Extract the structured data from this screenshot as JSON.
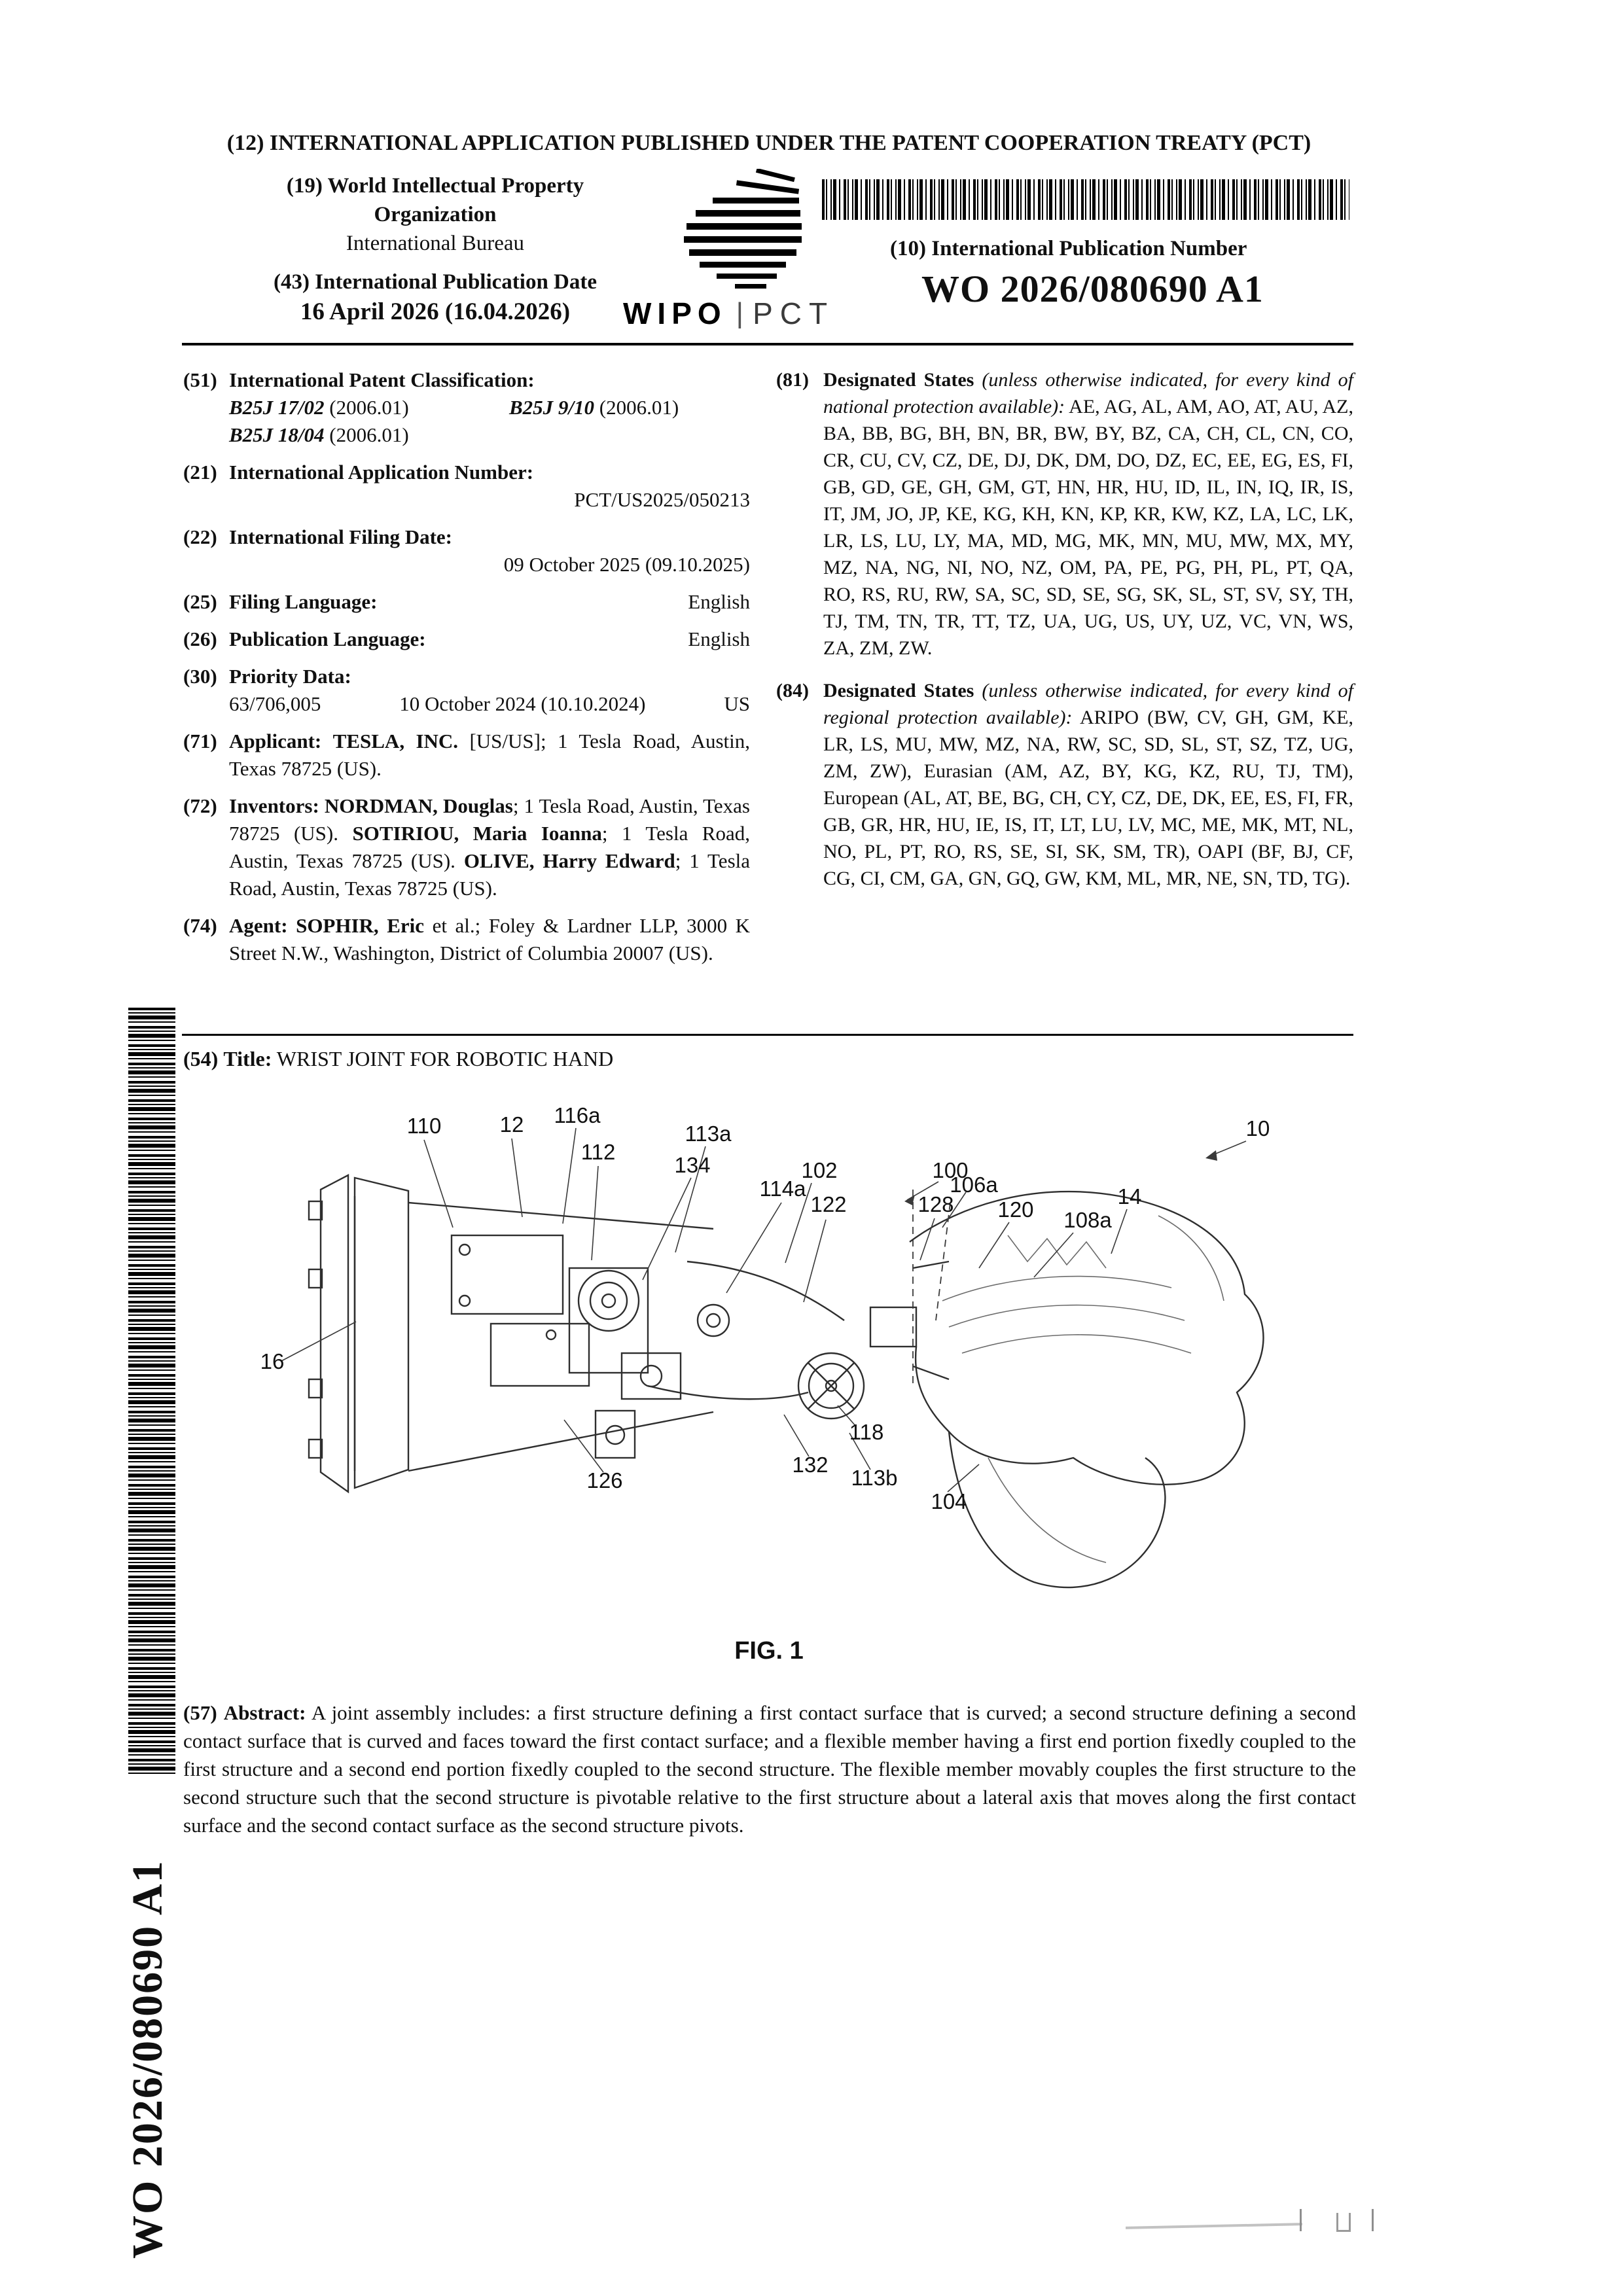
{
  "doc": {
    "pct_header": "(12) INTERNATIONAL APPLICATION PUBLISHED UNDER THE PATENT COOPERATION TREATY (PCT)",
    "org": {
      "line1": "(19) World Intellectual Property",
      "line2": "Organization",
      "line3": "International Bureau"
    },
    "pub_date": {
      "label": "(43) International Publication Date",
      "value": "16 April 2026 (16.04.2026)"
    },
    "wordmark": {
      "wipo": "WIPO",
      "sep": "|",
      "pct": "PCT"
    },
    "pub_number": {
      "label": "(10) International Publication Number",
      "value": "WO 2026/080690 A1"
    },
    "sidebar_pub_number": "WO 2026/080690 A1"
  },
  "biblio": {
    "ipc": {
      "num": "(51)",
      "label": "International Patent Classification:",
      "items": [
        {
          "code": "B25J 17/02",
          "year": "(2006.01)"
        },
        {
          "code": "B25J 9/10",
          "year": "(2006.01)"
        },
        {
          "code": "B25J 18/04",
          "year": "(2006.01)"
        }
      ]
    },
    "app_number": {
      "num": "(21)",
      "label": "International Application Number:",
      "value": "PCT/US2025/050213"
    },
    "filing_date": {
      "num": "(22)",
      "label": "International Filing Date:",
      "value": "09 October 2025 (09.10.2025)"
    },
    "filing_lang": {
      "num": "(25)",
      "label": "Filing Language:",
      "value": "English"
    },
    "pub_lang": {
      "num": "(26)",
      "label": "Publication Language:",
      "value": "English"
    },
    "priority": {
      "num": "(30)",
      "label": "Priority Data:",
      "app": "63/706,005",
      "date": "10 October 2024 (10.10.2024)",
      "country": "US"
    },
    "applicant": {
      "num": "(71)",
      "label": "Applicant:",
      "name": "TESLA, INC.",
      "rest": "[US/US]; 1 Tesla Road, Austin, Texas 78725 (US)."
    },
    "inventors": {
      "num": "(72)",
      "label": "Inventors:",
      "items": [
        {
          "name": "NORDMAN, Douglas",
          "rest": "; 1 Tesla Road, Austin, Texas 78725 (US). "
        },
        {
          "name": "SOTIRIOU, Maria Ioanna",
          "rest": "; 1 Tesla Road, Austin, Texas 78725 (US). "
        },
        {
          "name": "OLIVE, Harry Edward",
          "rest": "; 1 Tesla Road, Austin, Texas 78725 (US)."
        }
      ]
    },
    "agent": {
      "num": "(74)",
      "label": "Agent:",
      "name": "SOPHIR, Eric",
      "rest": "et al.; Foley & Lardner LLP, 3000 K Street N.W., Washington, District of Columbia 20007 (US)."
    },
    "ds81": {
      "num": "(81)",
      "label": "Designated States",
      "note": "(unless otherwise indicated, for every kind of national protection available):",
      "codes": "AE, AG, AL, AM, AO, AT, AU, AZ, BA, BB, BG, BH, BN, BR, BW, BY, BZ, CA, CH, CL, CN, CO, CR, CU, CV, CZ, DE, DJ, DK, DM, DO, DZ, EC, EE, EG, ES, FI, GB, GD, GE, GH, GM, GT, HN, HR, HU, ID, IL, IN, IQ, IR, IS, IT, JM, JO, JP, KE, KG, KH, KN, KP, KR, KW, KZ, LA, LC, LK, LR, LS, LU, LY, MA, MD, MG, MK, MN, MU, MW, MX, MY, MZ, NA, NG, NI, NO, NZ, OM, PA, PE, PG, PH, PL, PT, QA, RO, RS, RU, RW, SA, SC, SD, SE, SG, SK, SL, ST, SV, SY, TH, TJ, TM, TN, TR, TT, TZ, UA, UG, US, UY, UZ, VC, VN, WS, ZA, ZM, ZW."
    },
    "ds84": {
      "num": "(84)",
      "label": "Designated States",
      "note": "(unless otherwise indicated, for every kind of regional protection available):",
      "codes": "ARIPO (BW, CV, GH, GM, KE, LR, LS, MU, MW, MZ, NA, RW, SC, SD, SL, ST, SZ, TZ, UG, ZM, ZW), Eurasian (AM, AZ, BY, KG, KZ, RU, TJ, TM), European (AL, AT, BE, BG, CH, CY, CZ, DE, DK, EE, ES, FI, FR, GB, GR, HR, HU, IE, IS, IT, LT, LU, LV, MC, ME, MK, MT, NL, NO, PL, PT, RO, RS, SE, SI, SK, SM, TR), OAPI (BF, BJ, CF, CG, CI, CM, GA, GN, GQ, GW, KM, ML, MR, NE, SN, TD, TG)."
    }
  },
  "title": {
    "num": "(54)",
    "label": "Title:",
    "value": "WRIST JOINT FOR ROBOTIC HAND"
  },
  "figure": {
    "caption": "FIG. 1",
    "labels": [
      "110",
      "12",
      "116a",
      "112",
      "113a",
      "134",
      "102",
      "114a",
      "122",
      "100",
      "106a",
      "128",
      "120",
      "108a",
      "14",
      "10",
      "16",
      "118",
      "126",
      "132",
      "113b",
      "104"
    ]
  },
  "abstract": {
    "num": "(57)",
    "label": "Abstract:",
    "text": "A joint assembly includes: a first structure defining a first contact surface that is curved; a second structure defining a second contact surface that is curved and faces toward the first contact surface; and a flexible member having a first end portion fixedly coupled to the first structure and a second end portion fixedly coupled to the second structure. The flexible member movably couples the first structure to the second structure such that the second structure is pivotable relative to the first structure about a lateral axis that moves along the first contact surface and the second contact surface as the second structure pivots."
  }
}
